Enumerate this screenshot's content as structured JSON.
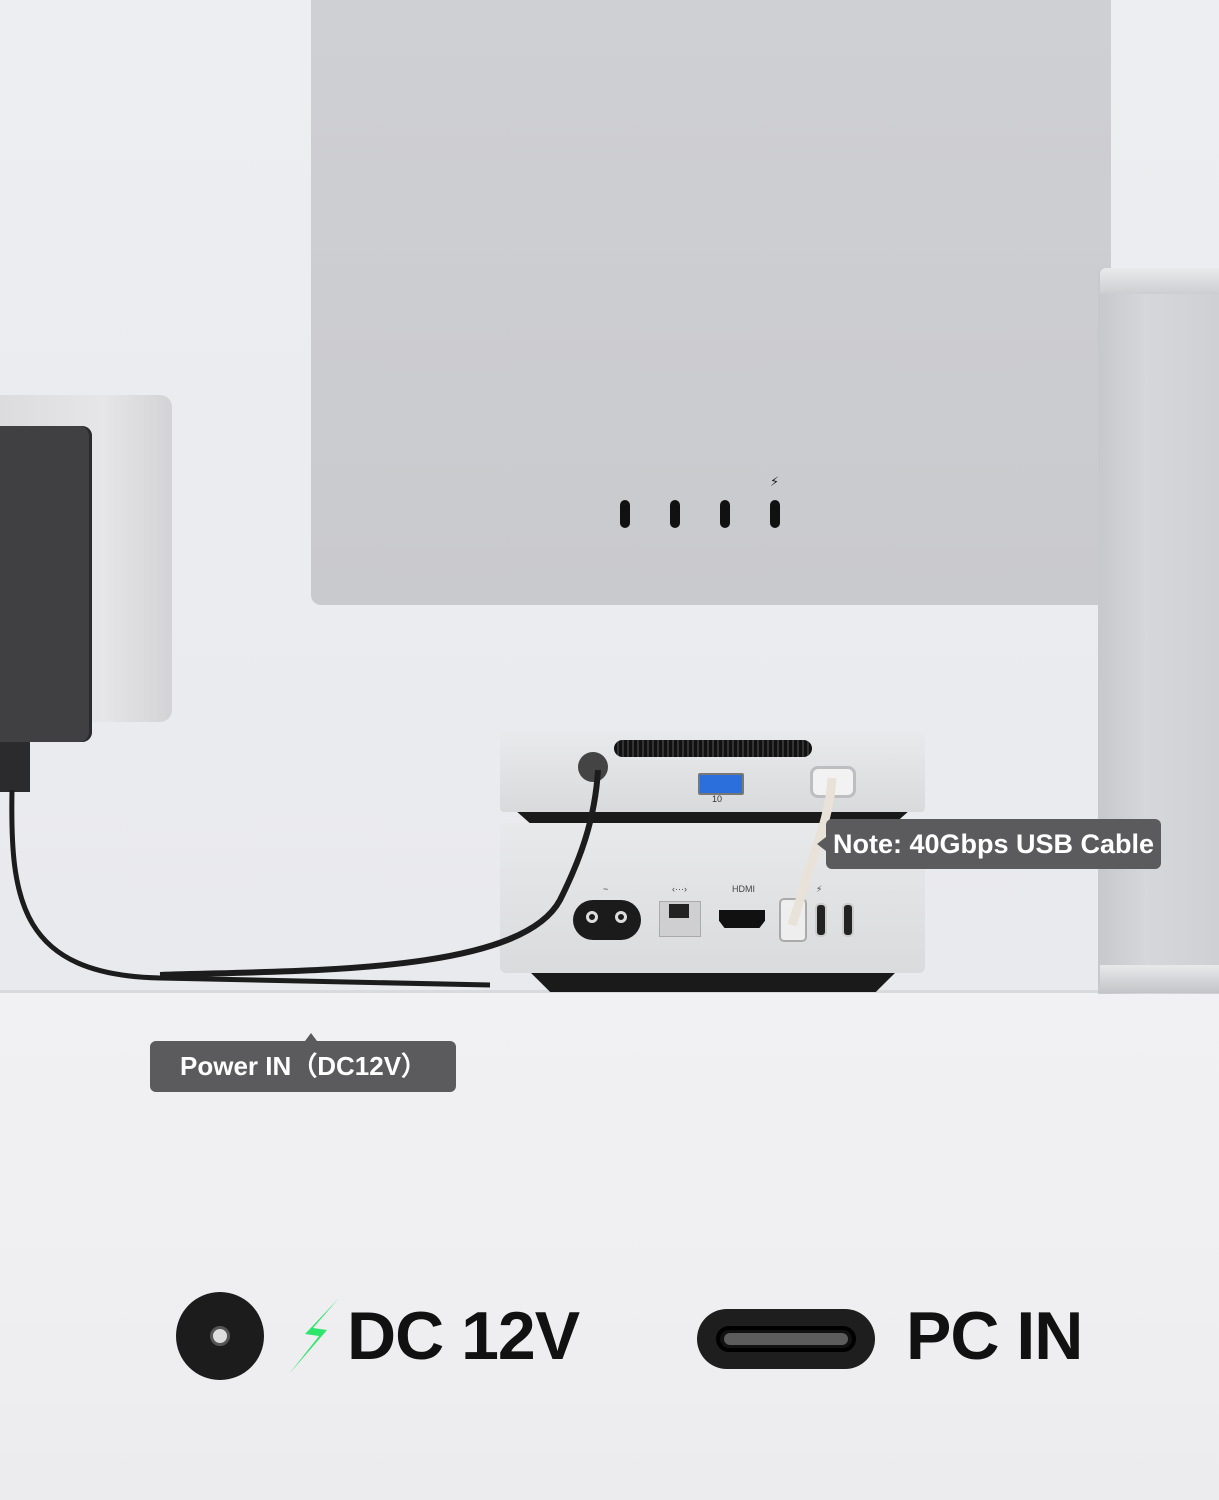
{
  "scene": {
    "monitor": {
      "ports": [
        "usb-c-port",
        "usb-c-port",
        "usb-c-port",
        "thunderbolt-port"
      ],
      "thunderbolt_glyph": "⚡"
    },
    "mini_pc_top": {
      "usb_label": "10",
      "ports": [
        "dc-in",
        "usb-a-3",
        "thunderbolt-usb-c"
      ]
    },
    "mini_pc_bottom": {
      "port_labels": {
        "ac": "~",
        "ethernet": "‹···›",
        "hdmi": "HDMI",
        "thunderbolt": "⚡"
      }
    }
  },
  "callouts": {
    "note": "Note:  40Gbps USB Cable",
    "power": "Power IN（DC12V）"
  },
  "legend": {
    "dc": {
      "label": "DC 12V",
      "icon": "dc-barrel-jack-icon",
      "bolt_color": "#2ee66b"
    },
    "pc": {
      "label": "PC IN",
      "icon": "usb-c-port-icon"
    }
  },
  "colors": {
    "callout_bg": "#5b5b5d",
    "usb_blue": "#2a6fdc",
    "text_dark": "#111111"
  }
}
